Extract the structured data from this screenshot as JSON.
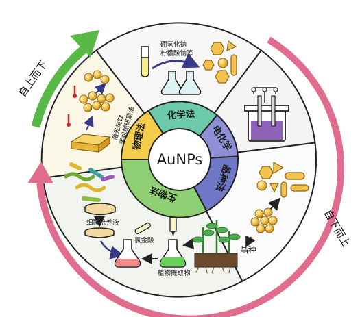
{
  "center": {
    "label": "AuNPs"
  },
  "methods": {
    "chemical": "化学法",
    "electrochemical": "电化学",
    "seed": "晶种法",
    "biological": "生物法",
    "physical": "物理法"
  },
  "outer": {
    "chemical_reagent_line1": "硼氢化钠",
    "chemical_reagent_line2": "柠檬酸钠等",
    "physical_label_line1": "激光烧蚀",
    "physical_label_line2": "等机械研磨法",
    "seed_label": "晶种",
    "bio_culture_label": "细菌培养液",
    "bio_chloroauric_label": "氯金酸",
    "bio_plant_label": "植物提取物"
  },
  "arrows": {
    "top_down": "自上而下",
    "bottom_up": "自下而上"
  },
  "colors": {
    "chemical_ring": "#6cc9a9",
    "electro_ring": "#8f8fd6",
    "seed_ring": "#6f78c6",
    "bio_ring": "#8fcf73",
    "physical_ring": "#f2cc4a",
    "top_down_arrow": "#58b947",
    "bottom_up_arrow": "#e06d8e",
    "gold": "#f2c14e"
  }
}
